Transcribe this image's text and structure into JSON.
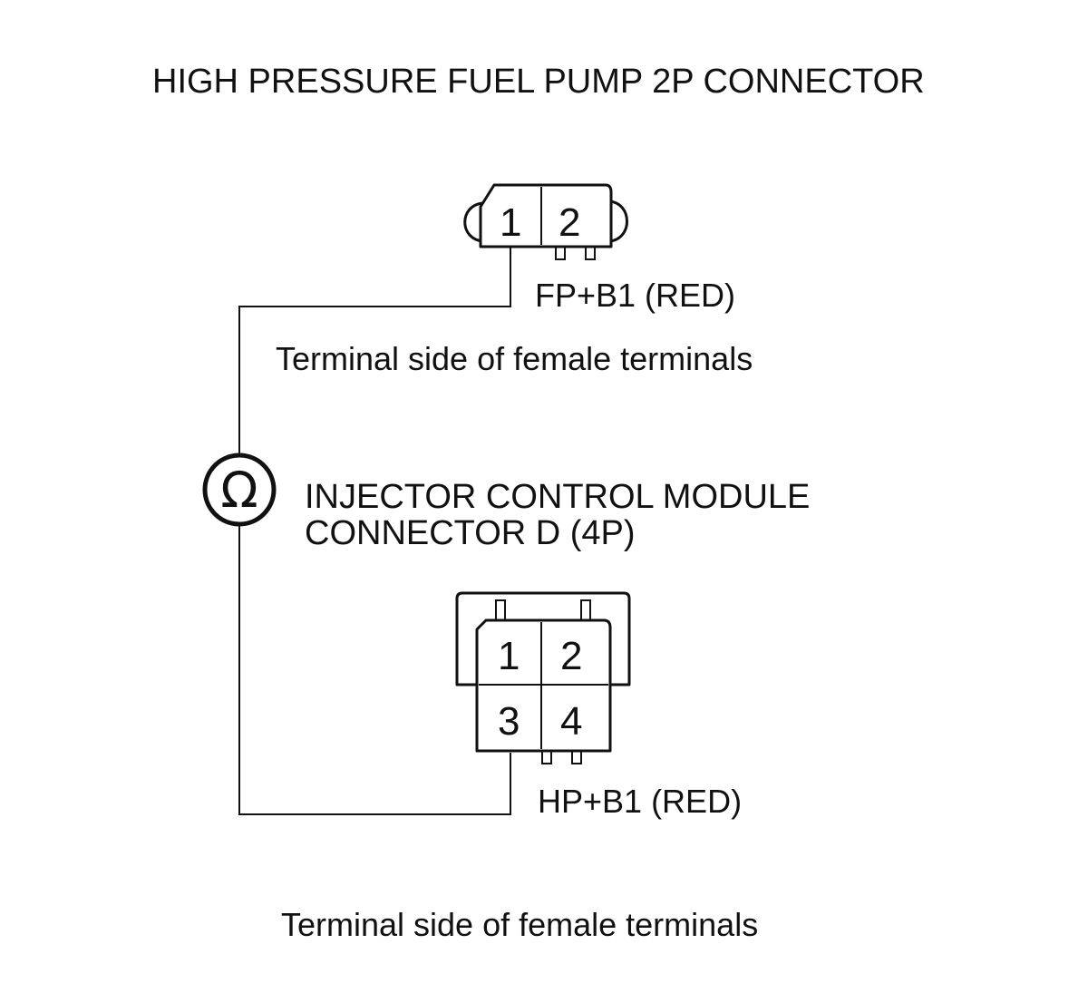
{
  "title": "HIGH PRESSURE FUEL PUMP 2P CONNECTOR",
  "connector_top": {
    "pins": [
      "1",
      "2"
    ],
    "wire_label": "FP+B1 (RED)",
    "view_caption": "Terminal side of female terminals"
  },
  "meter": {
    "symbol": "Ω",
    "icon": "ohmmeter-icon"
  },
  "connector_bottom": {
    "title_line1": "INJECTOR CONTROL MODULE",
    "title_line2": "CONNECTOR D (4P)",
    "pins": [
      "1",
      "2",
      "3",
      "4"
    ],
    "wire_label": "HP+B1 (RED)",
    "view_caption": "Terminal side of female terminals"
  }
}
